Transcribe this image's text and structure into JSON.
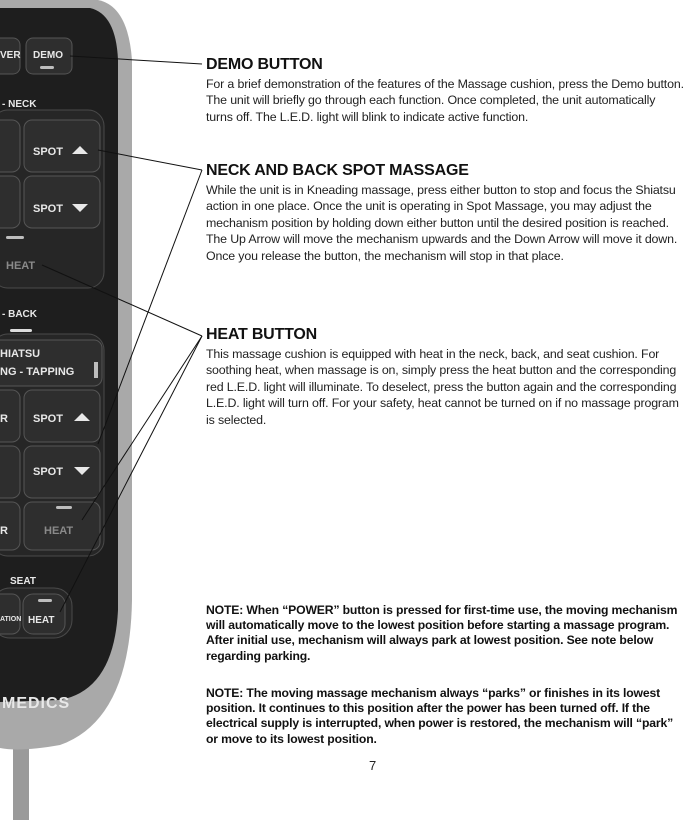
{
  "remote": {
    "power_label": "VER",
    "demo_label": "DEMO",
    "neck_label": "- NECK",
    "spot_up_label": "SPOT",
    "spot_down_label": "SPOT",
    "neck_heat_label": "HEAT",
    "back_label": "- BACK",
    "shiatsu_label": "HIATSU",
    "tapping_label": "NG - TAPPING",
    "back_r_label_1": "R",
    "back_spot_up_label": "SPOT",
    "back_spot_down_label": "SPOT",
    "back_r_label_2": "R",
    "back_heat_label": "HEAT",
    "seat_label": "SEAT",
    "vibration_label": "ATION",
    "seat_heat_label": "HEAT",
    "brand_label": "MEDICS"
  },
  "sections": {
    "demo": {
      "title": "DEMO BUTTON",
      "body": "For a brief demonstration of the features of the Massage cushion, press the Demo button. The unit will briefly go through each function. Once completed, the unit automatically turns off. The L.E.D. light will blink to indicate active function."
    },
    "spot": {
      "title": "NECK AND BACK SPOT MASSAGE",
      "body": "While the unit is in Kneading massage, press either button to stop and focus the Shiatsu action in one place. Once the unit is operating in Spot Massage, you may adjust the mechanism position by holding down either button until the desired position is reached. The Up Arrow will move the mechanism upwards and the Down Arrow will move it down. Once you release the button, the mechanism will stop in that place."
    },
    "heat": {
      "title": "HEAT BUTTON",
      "body": "This massage cushion is equipped with heat in the neck, back, and seat cushion. For soothing heat, when massage is on, simply press the heat button and the corresponding red L.E.D. light will illuminate. To deselect, press the button again and the corresponding L.E.D. light will turn off. For your safety, heat cannot be turned on if no massage program is selected."
    }
  },
  "notes": {
    "note1": "NOTE: When “POWER” button is pressed for first-time use, the moving mechanism will automatically move to the lowest position before starting a massage program. After initial use, mechanism will always park at lowest position. See note below regarding parking.",
    "note2": "NOTE: The moving massage mechanism always “parks” or finishes in its lowest position. It continues to this position after the power has been turned off. If the electrical supply is interrupted, when power is restored, the mechanism will “park” or move to its lowest position."
  },
  "page_number": "7"
}
